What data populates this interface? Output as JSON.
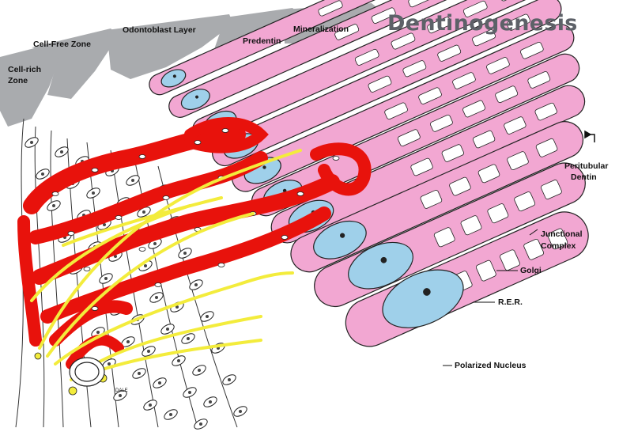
{
  "title": "Dentinogenesis",
  "zones": {
    "cell_rich_line1": "Cell-rich",
    "cell_rich_line2": "Zone",
    "cell_free": "Cell-Free Zone",
    "odontoblast_layer": "Odontoblast Layer",
    "predentin": "Predentin",
    "mineralization": "Mineralization"
  },
  "labels": {
    "peritubular_line1": "Peritubular",
    "peritubular_line2": "Dentin",
    "junctional_line1": "Junctional",
    "junctional_line2": "Complex",
    "golgi": "Golgi",
    "rer": "R.E.R.",
    "polarized_nucleus": "Polarized Nucleus",
    "signature": "DALE"
  },
  "colors": {
    "cytoplasm": "#f2a7d2",
    "nucleus": "#9fd0ea",
    "vessel": "#e8120c",
    "nerve": "#f3ec3c",
    "arrow_band": "#a9abae",
    "title": "#5d6168"
  }
}
